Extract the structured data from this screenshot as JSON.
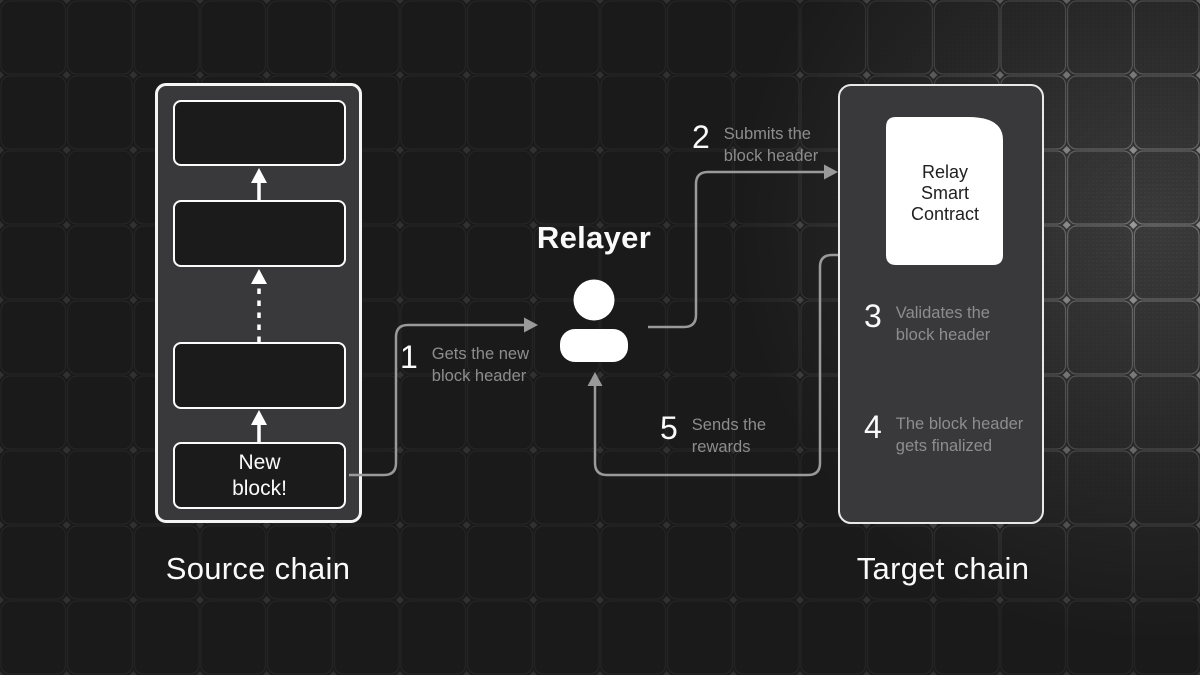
{
  "colors": {
    "bg": "#1a1a1a",
    "panel": "#39393b",
    "block": "#1b1b1c",
    "border": "#f5f5f5",
    "text_primary": "#fafafa",
    "text_muted": "#8d8d8d",
    "arrow": "#9a9a9a",
    "doc_fill": "#ffffff",
    "doc_text": "#212121"
  },
  "source_chain": {
    "label": "Source chain",
    "new_block_label": "New block!"
  },
  "relayer": {
    "title": "Relayer",
    "icon": "person-icon"
  },
  "target_chain": {
    "label": "Target chain",
    "contract": {
      "icon": "document-icon",
      "line1": "Relay",
      "line2": "Smart",
      "line3": "Contract"
    }
  },
  "steps": [
    {
      "number": "1",
      "line1": "Gets the new",
      "line2": "block header"
    },
    {
      "number": "2",
      "line1": "Submits the",
      "line2": "block header"
    },
    {
      "number": "3",
      "line1": "Validates the",
      "line2": "block header"
    },
    {
      "number": "4",
      "line1": "The block header",
      "line2": "gets finalized"
    },
    {
      "number": "5",
      "line1": "Sends the",
      "line2": "rewards"
    }
  ]
}
